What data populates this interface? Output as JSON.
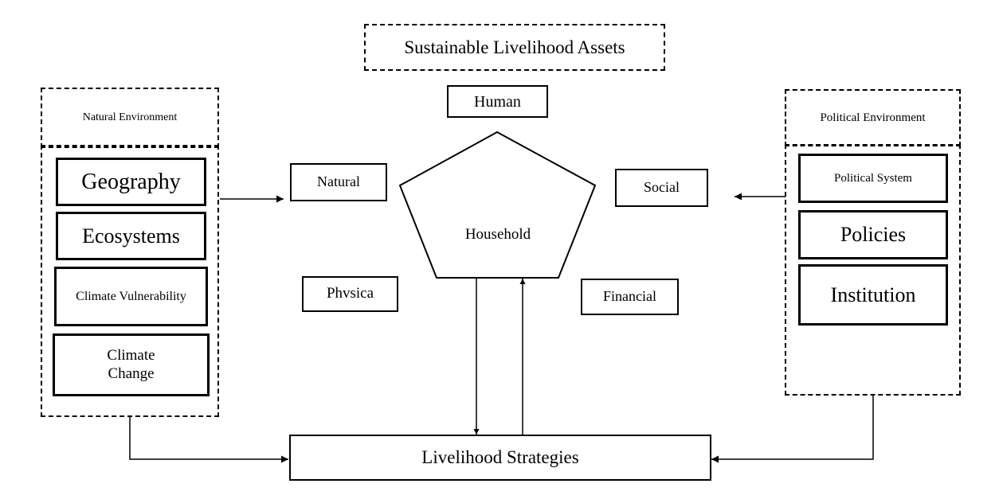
{
  "title": "Sustainable Livelihood Assets",
  "center": "Household",
  "assets": {
    "human": "Human",
    "natural": "Natural",
    "social": "Social",
    "physical": "Phvsica",
    "financial": "Financial"
  },
  "natural_environment": {
    "title": "Natural Environment",
    "items": [
      "Geography",
      "Ecosystems",
      "Climate Vulnerability",
      "Climate Change"
    ]
  },
  "political_environment": {
    "title": "Political Environment",
    "items": [
      "Political System",
      "Policies",
      "Institution"
    ]
  },
  "outcome": "Livelihood Strategies"
}
